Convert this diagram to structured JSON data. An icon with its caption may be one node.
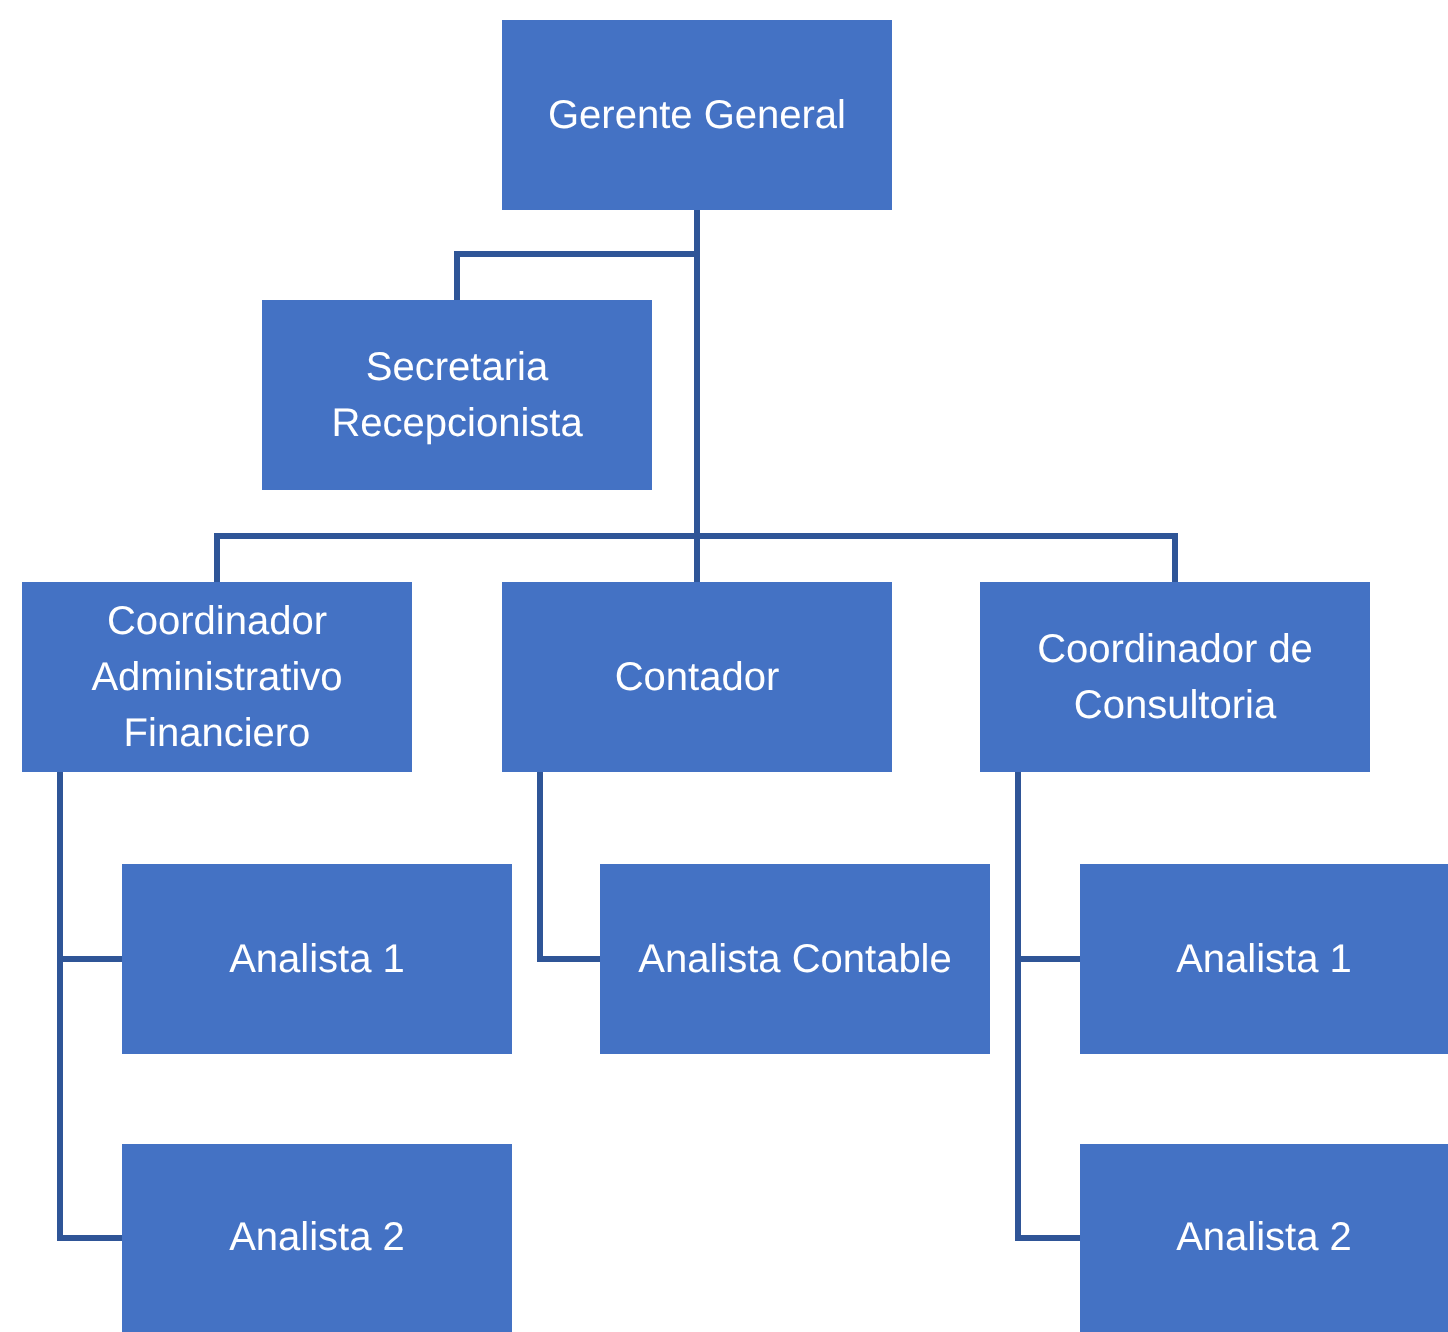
{
  "diagram": {
    "nodes": [
      {
        "text": [
          "Gerente General"
        ]
      },
      {
        "text": [
          "Secretaria Recepcionista"
        ]
      },
      {
        "text": [
          "Coordinador Administrativo Financiero"
        ]
      },
      {
        "text": [
          "Contador"
        ]
      },
      {
        "text": [
          "Coordinador de Consultoria"
        ]
      },
      {
        "text": [
          "Analista 1"
        ]
      },
      {
        "text": [
          "Analista 2"
        ]
      },
      {
        "text": [
          "Analista Contable"
        ]
      },
      {
        "text": [
          "Analista 1"
        ]
      },
      {
        "text": [
          "Analista 2"
        ]
      }
    ],
    "edges": [
      {
        "from": 0,
        "to": 1,
        "arrow": "none"
      },
      {
        "from": 0,
        "to": 2,
        "arrow": "none"
      },
      {
        "from": 0,
        "to": 3,
        "arrow": "none"
      },
      {
        "from": 0,
        "to": 4,
        "arrow": "none"
      },
      {
        "from": 2,
        "to": 5,
        "arrow": "none"
      },
      {
        "from": 2,
        "to": 6,
        "arrow": "none"
      },
      {
        "from": 3,
        "to": 7,
        "arrow": "none"
      },
      {
        "from": 4,
        "to": 8,
        "arrow": "none"
      },
      {
        "from": 4,
        "to": 9,
        "arrow": "none"
      }
    ]
  }
}
